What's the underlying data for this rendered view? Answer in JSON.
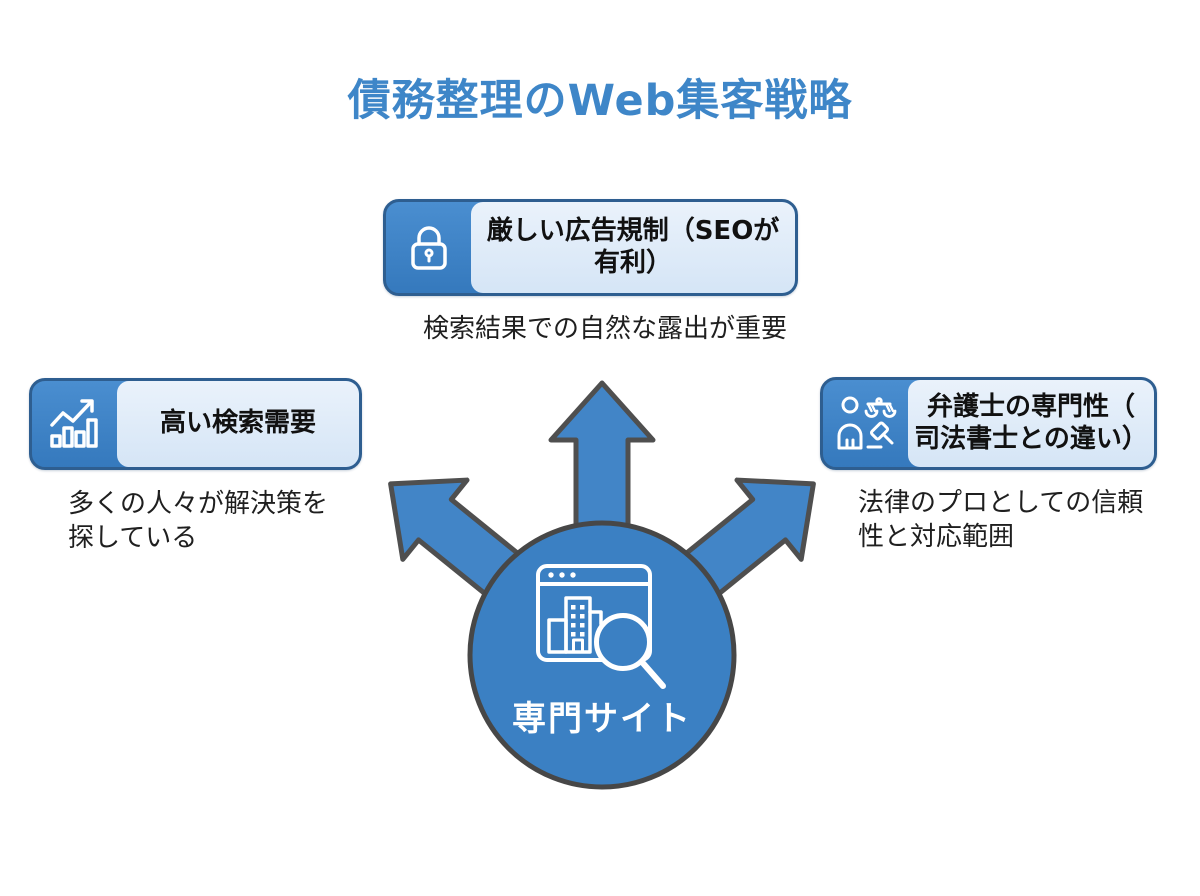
{
  "title": "債務整理のWeb集客戦略",
  "center": {
    "label": "専門サイト",
    "icon": "website-search-icon"
  },
  "nodes": [
    {
      "id": "ad-regulation",
      "icon": "lock-icon",
      "heading": "厳しい広告規制（SEOが有利）",
      "heading_lines": [
        "厳しい広告規制（SEOが",
        "有利）"
      ],
      "description": "検索結果での自然な露出が重要",
      "description_lines": [
        "検索結果での自然な露出が重要"
      ]
    },
    {
      "id": "search-demand",
      "icon": "chart-increasing-icon",
      "heading": "高い検索需要",
      "heading_lines": [
        "高い検索需要"
      ],
      "description": "多くの人々が解決策を探している",
      "description_lines": [
        "多くの人々が解決策を",
        "探している"
      ]
    },
    {
      "id": "lawyer-expertise",
      "icon": "lawyer-justice-icon",
      "heading": "弁護士の専門性（司法書士との違い）",
      "heading_lines": [
        "弁護士の専門性（",
        "司法書士との違い）"
      ],
      "description": "法律のプロとしての信頼性と対応範囲",
      "description_lines": [
        "法律のプロとしての信頼",
        "性と対応範囲"
      ]
    }
  ],
  "colors": {
    "title_blue": "#3e86c8",
    "node_border": "#2e5e90",
    "node_icon_bg": "#3f85c9",
    "node_label_bg": "#dce9f8",
    "arrow_fill": "#4285c7",
    "arrow_outline": "#4f4f4f",
    "circle_fill": "#3b80c3",
    "icon_stroke": "#ffffff",
    "text_dark": "#1f1f1f",
    "background": "#ffffff"
  }
}
